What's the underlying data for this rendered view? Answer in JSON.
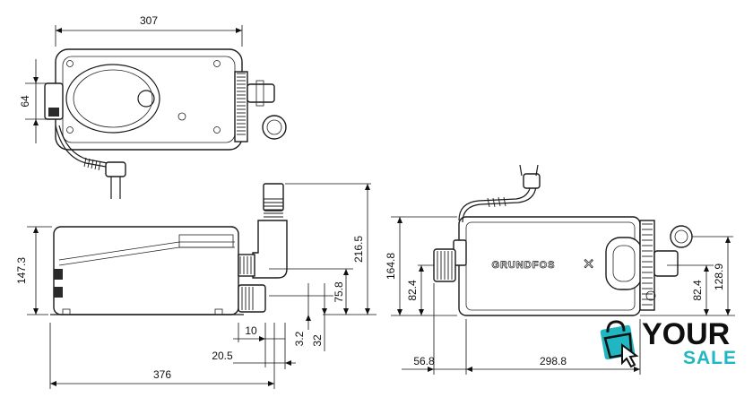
{
  "dimensions": {
    "top_width": "307",
    "top_height": "64",
    "front_height": "147.3",
    "front_outlet_height": "216.5",
    "front_outlet_low": "75.8",
    "front_offset_a": "10",
    "front_offset_b": "3.2",
    "front_offset_c": "32",
    "front_offset_d": "20.5",
    "front_total_length": "376",
    "side_height": "164.8",
    "side_inlet_left": "82.4",
    "side_inlet_right": "82.4",
    "side_outlet_right": "128.9",
    "side_left_offset": "56.8",
    "side_length": "298.8"
  },
  "product": {
    "brand_marking": "GRUNDFOS"
  },
  "watermark": {
    "word1": "YOUR",
    "word2": "SALE",
    "accent_color": "#20b7c2"
  }
}
